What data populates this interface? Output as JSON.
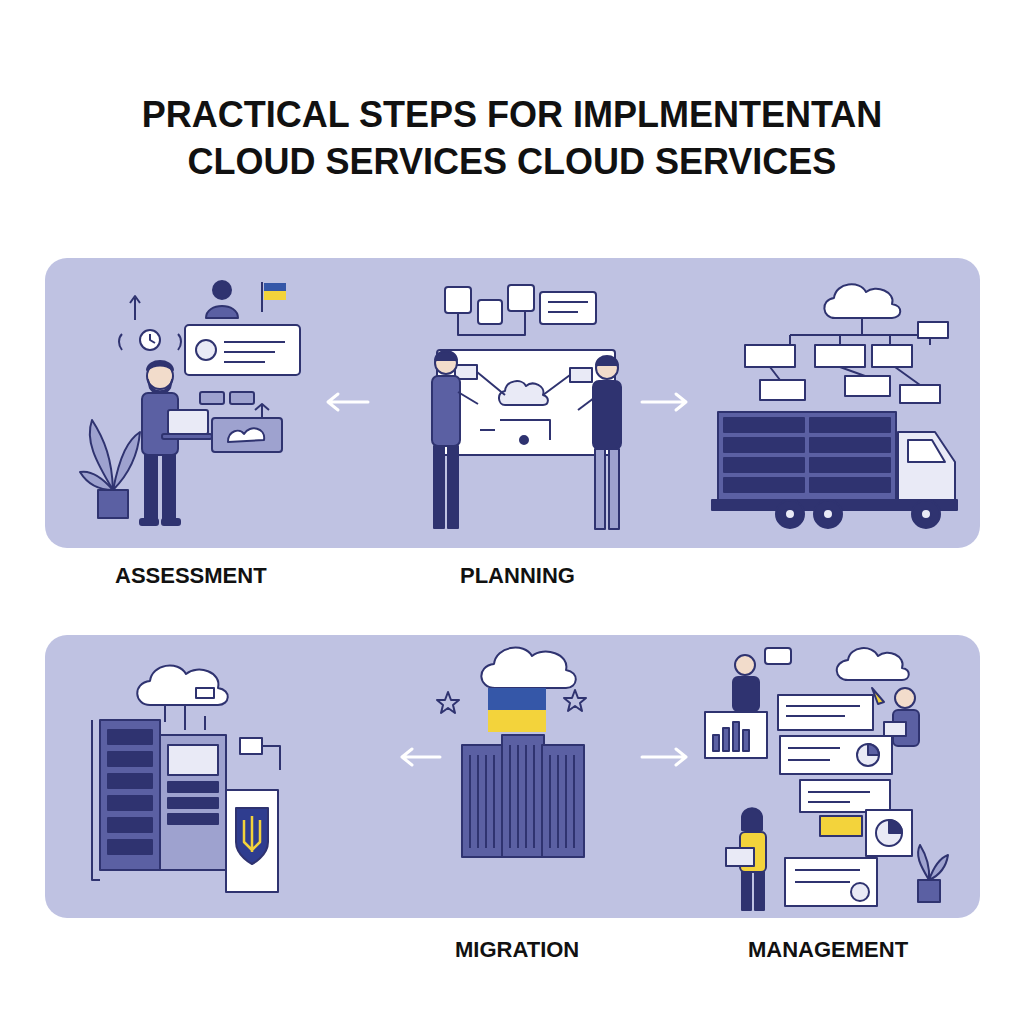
{
  "diagram": {
    "title": "PRACTICAL STEPS FOR IMPLMENTENTAN CLOUD SERVICES CLOUD SERVICES",
    "labels": [
      "ASSESSMENT",
      "PLANNING",
      "MIGRATION",
      "MANAGEMENT"
    ]
  }
}
